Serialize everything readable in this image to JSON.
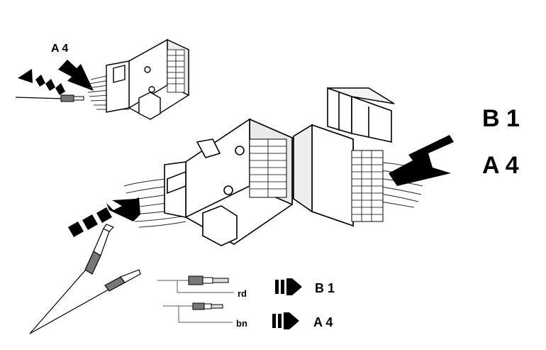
{
  "labels": {
    "top_left": "A 4",
    "right_top": "B 1",
    "right_bottom": "A 4",
    "legend_rd_color": "rd",
    "legend_rd_target": "B 1",
    "legend_bn_color": "bn",
    "legend_bn_target": "A 4"
  },
  "colors": {
    "ink": "#000000",
    "paper": "#ffffff",
    "grey": "#555555"
  },
  "icons": [
    "arrow-icon",
    "dashed-arrow-icon",
    "triple-arrow-icon",
    "connector-icon",
    "terminal-icon"
  ]
}
